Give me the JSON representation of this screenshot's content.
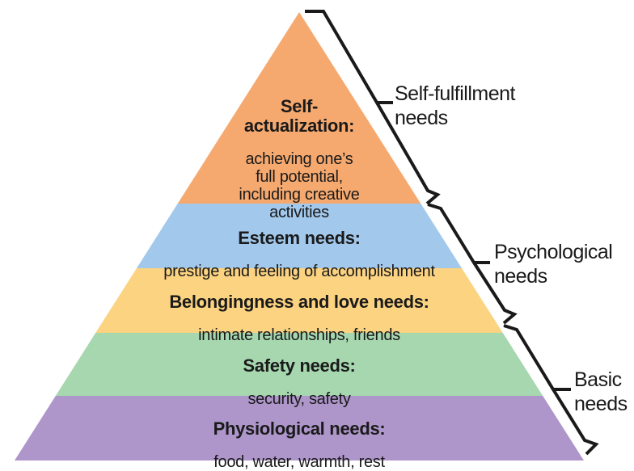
{
  "colors": {
    "background": "#FFFFFF",
    "bracket": "#1A1A1A",
    "text": "#1A1A1A"
  },
  "pyramid": {
    "levels": [
      {
        "name": "self-actualization",
        "heading": "Self-\nactualization:",
        "description": "achieving one’s\nfull potential,\nincluding creative\nactivities",
        "color": "#F6A96F"
      },
      {
        "name": "esteem",
        "heading": "Esteem needs:",
        "description": "prestige and feeling of accomplishment",
        "color": "#A2C8EC"
      },
      {
        "name": "belongingness-and-love",
        "heading": "Belongingness and love needs:",
        "description": "intimate relationships, friends",
        "color": "#FBD381"
      },
      {
        "name": "safety",
        "heading": "Safety needs:",
        "description": "security, safety",
        "color": "#A6D7AF"
      },
      {
        "name": "physiological",
        "heading": "Physiological needs:",
        "description": "food, water, warmth, rest",
        "color": "#AE96CB"
      }
    ]
  },
  "group_labels": [
    {
      "name": "self-fulfillment",
      "text": "Self-fulfillment\nneeds"
    },
    {
      "name": "psychological",
      "text": "Psychological\nneeds"
    },
    {
      "name": "basic",
      "text": "Basic\nneeds"
    }
  ]
}
